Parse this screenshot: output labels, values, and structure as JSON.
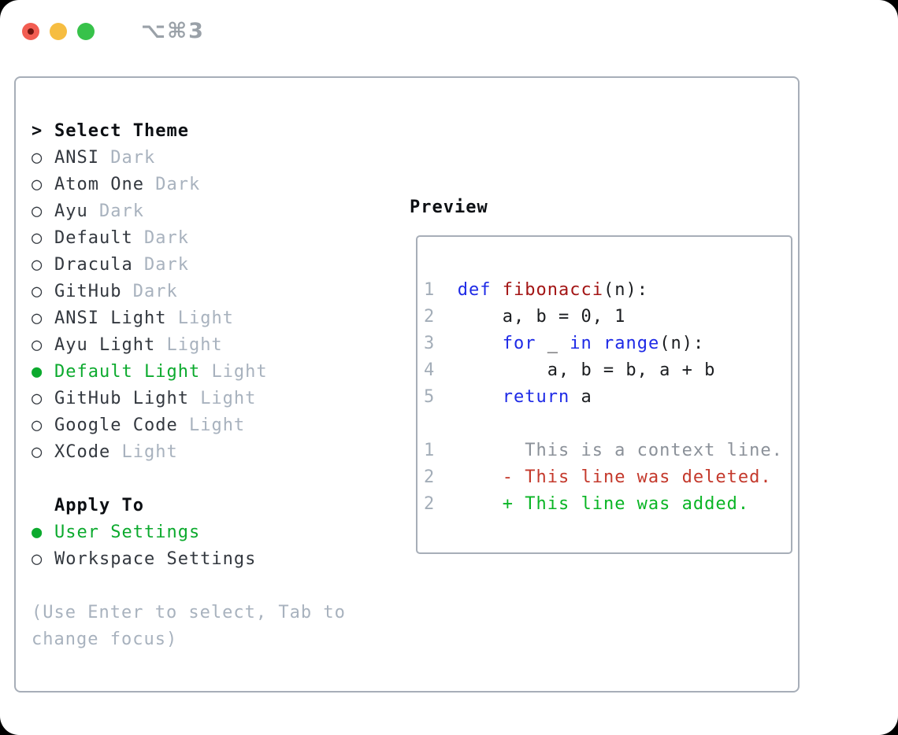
{
  "window": {
    "title": "⌥⌘3"
  },
  "theme_picker": {
    "header_marker": ">",
    "header": "Select Theme",
    "items": [
      {
        "name": "ANSI",
        "tag": "Dark",
        "selected": false
      },
      {
        "name": "Atom One",
        "tag": "Dark",
        "selected": false
      },
      {
        "name": "Ayu",
        "tag": "Dark",
        "selected": false
      },
      {
        "name": "Default",
        "tag": "Dark",
        "selected": false
      },
      {
        "name": "Dracula",
        "tag": "Dark",
        "selected": false
      },
      {
        "name": "GitHub",
        "tag": "Dark",
        "selected": false
      },
      {
        "name": "ANSI Light",
        "tag": "Light",
        "selected": false
      },
      {
        "name": "Ayu Light",
        "tag": "Light",
        "selected": false
      },
      {
        "name": "Default Light",
        "tag": "Light",
        "selected": true
      },
      {
        "name": "GitHub Light",
        "tag": "Light",
        "selected": false
      },
      {
        "name": "Google Code",
        "tag": "Light",
        "selected": false
      },
      {
        "name": "XCode",
        "tag": "Light",
        "selected": false
      }
    ],
    "unselected_marker": "○",
    "selected_marker": "●"
  },
  "apply_to": {
    "header": "Apply To",
    "options": [
      {
        "label": "User Settings",
        "selected": true
      },
      {
        "label": "Workspace Settings",
        "selected": false
      }
    ]
  },
  "hint": "(Use Enter to select, Tab to change focus)",
  "preview": {
    "header": "Preview",
    "code_lines": [
      {
        "num": "1",
        "tokens": [
          [
            "def",
            "kw"
          ],
          [
            " ",
            "pl"
          ],
          [
            "fibonacci",
            "fn"
          ],
          [
            "(n):",
            "pl"
          ]
        ]
      },
      {
        "num": "2",
        "tokens": [
          [
            "    a, b = 0, 1",
            "pl"
          ]
        ]
      },
      {
        "num": "3",
        "tokens": [
          [
            "    ",
            "pl"
          ],
          [
            "for",
            "kw"
          ],
          [
            " _ ",
            "pl"
          ],
          [
            "in",
            "kw"
          ],
          [
            " ",
            "pl"
          ],
          [
            "range",
            "kw"
          ],
          [
            "(n):",
            "pl"
          ]
        ]
      },
      {
        "num": "4",
        "tokens": [
          [
            "        a, b = b, a + b",
            "pl"
          ]
        ]
      },
      {
        "num": "5",
        "tokens": [
          [
            "    ",
            "pl"
          ],
          [
            "return",
            "kw"
          ],
          [
            " a",
            "pl"
          ]
        ]
      }
    ],
    "diff_lines": [
      {
        "num": "1",
        "sign": "",
        "text": "This is a context line.",
        "kind": "context"
      },
      {
        "num": "2",
        "sign": "-",
        "text": "This line was deleted.",
        "kind": "deleted"
      },
      {
        "num": "2",
        "sign": "+",
        "text": "This line was added.",
        "kind": "added"
      }
    ]
  },
  "colors": {
    "accent_green": "#0caa2e",
    "keyword_blue": "#1e2ae6",
    "function_red": "#a31515",
    "deleted_red": "#c4392c",
    "added_green": "#0ab525",
    "muted_gray": "#a8b2be",
    "context_gray": "#8b9199",
    "line_number_gray": "#a3adb8",
    "text_dark": "#33383f",
    "border_gray": "#a7aeb8",
    "traffic_red": "#f25d52",
    "traffic_red_dot": "#70150f",
    "traffic_yellow": "#f6bd41",
    "traffic_green": "#37c24a",
    "title_gray": "#9aa1a8"
  }
}
